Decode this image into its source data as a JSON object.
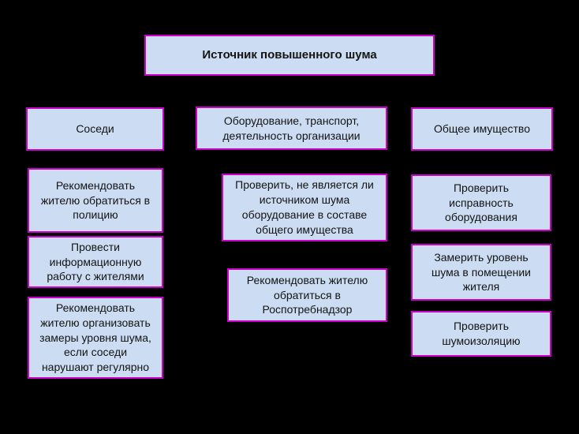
{
  "colors": {
    "background": "#000000",
    "box_fill": "#ccdcf2",
    "box_border": "#cc00cc",
    "text": "#141414"
  },
  "title": "Источник повышенного шума",
  "columns": [
    {
      "header": "Соседи",
      "items": [
        "Рекомендовать жителю обратиться в полицию",
        "Провести информационную работу с жителями",
        "Рекомендовать жителю организовать замеры уровня шума, если соседи нарушают регулярно"
      ]
    },
    {
      "header": "Оборудование, транспорт, деятельность организации",
      "items": [
        "Проверить, не является ли источником шума оборудование в составе общего имущества",
        "Рекомендовать жителю обратиться в Роспотребнадзор"
      ]
    },
    {
      "header": "Общее имущество",
      "items": [
        "Проверить исправность оборудования",
        "Замерить уровень шума в помещении жителя",
        "Проверить шумоизоляцию"
      ]
    }
  ]
}
